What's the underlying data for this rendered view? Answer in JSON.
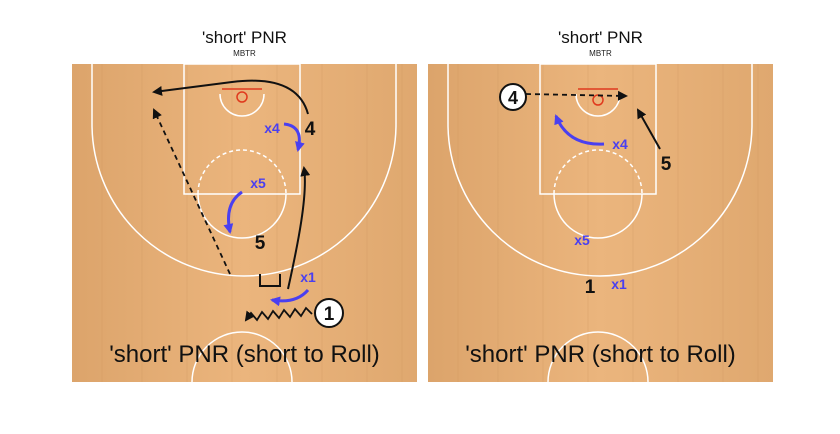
{
  "diagrams": [
    {
      "title": "'short' PNR",
      "subtitle": "MBTR",
      "caption": "'short' PNR (short to Roll)",
      "labels": {
        "p4": "4",
        "p5": "5",
        "p1": "1",
        "x4": "x4",
        "x5": "x5",
        "x1": "x1"
      }
    },
    {
      "title": "'short' PNR",
      "subtitle": "MBTR",
      "caption": "'short' PNR (short to Roll)",
      "labels": {
        "p4": "4",
        "p5": "5",
        "p1": "1",
        "x4": "x4",
        "x5": "x5",
        "x1": "x1"
      }
    }
  ],
  "colors": {
    "floor": "#e7b078",
    "lines": "#ffffff",
    "offense": "#111111",
    "defense": "#4a3ff0",
    "rim": "#e03a1e"
  }
}
